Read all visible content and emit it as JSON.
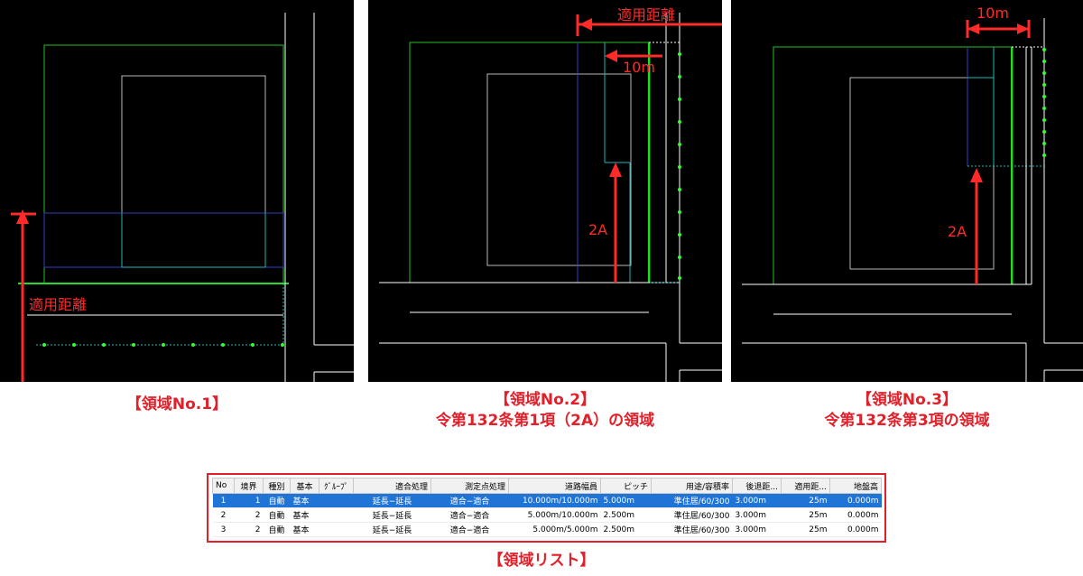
{
  "panels": [
    {
      "caption": [
        "【領域No.1】"
      ],
      "labels": {
        "apply_distance": "適用距離"
      }
    },
    {
      "caption": [
        "【領域No.2】",
        "令第132条第1項（2A）の領域"
      ],
      "labels": {
        "apply_distance": "適用距離",
        "ten_m": "10m",
        "two_a": "2A"
      }
    },
    {
      "caption": [
        "【領域No.3】",
        "令第132条第3項の領域"
      ],
      "labels": {
        "ten_m": "10m",
        "two_a": "2A"
      }
    }
  ],
  "region_list": {
    "caption": "【領域リスト】",
    "headers": [
      "No",
      "境界",
      "種別",
      "基本",
      "ｸﾞﾙｰﾌﾟ",
      "適合処理",
      "測定点処理",
      "道路幅員",
      "ピッチ",
      "用途/容積率",
      "後退距...",
      "適用距...",
      "地盤高"
    ],
    "rows": [
      [
        "1",
        "1",
        "自動",
        "基本",
        "",
        "延長−延長",
        "適合−適合",
        "10.000m/10.000m",
        "5.000m",
        "準住居/60/300",
        "3.000m",
        "25m",
        "0.000m"
      ],
      [
        "2",
        "2",
        "自動",
        "基本",
        "",
        "延長−延長",
        "適合−適合",
        "5.000m/10.000m",
        "2.500m",
        "準住居/60/300",
        "3.000m",
        "25m",
        "0.000m"
      ],
      [
        "3",
        "2",
        "自動",
        "基本",
        "",
        "延長−延長",
        "適合−適合",
        "5.000m/5.000m",
        "2.500m",
        "準住居/60/300",
        "3.000m",
        "25m",
        "0.000m"
      ]
    ],
    "selected_row": 0
  },
  "colors": {
    "accent_red": "#e0202a",
    "selection": "#1f74d6",
    "cad_green": "#22dd22"
  }
}
